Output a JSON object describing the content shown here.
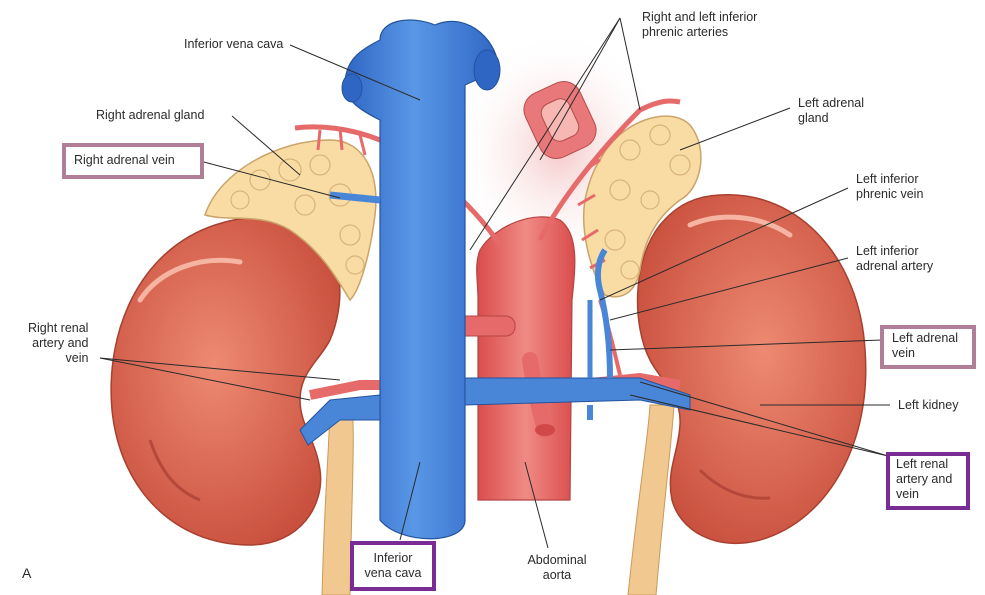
{
  "figure_letter": "A",
  "labels": {
    "ivc_top": "Inferior vena cava",
    "phrenic_arteries": "Right and left inferior\nphrenic arteries",
    "right_adrenal_gland": "Right adrenal gland",
    "left_adrenal_gland": "Left adrenal\ngland",
    "right_adrenal_vein": "Right adrenal vein",
    "left_inf_phrenic_vein": "Left inferior\nphrenic vein",
    "left_inf_adrenal_artery": "Left inferior\nadrenal artery",
    "right_renal": "Right renal\nartery and\nvein",
    "left_adrenal_vein": "Left adrenal\nvein",
    "left_kidney": "Left kidney",
    "left_renal": "Left renal\nartery and\nvein",
    "ivc_bottom": "Inferior\nvena cava",
    "abdominal_aorta": "Abdominal\naorta"
  },
  "highlight_colors": {
    "pink": "#b07f97",
    "purple": "#7a2c95"
  },
  "anatomy_colors": {
    "kidney": "#e06a55",
    "adrenal": "#f8dca4",
    "vein": "#4a86d8",
    "artery": "#e76a6a",
    "ureter": "#f0c890"
  }
}
